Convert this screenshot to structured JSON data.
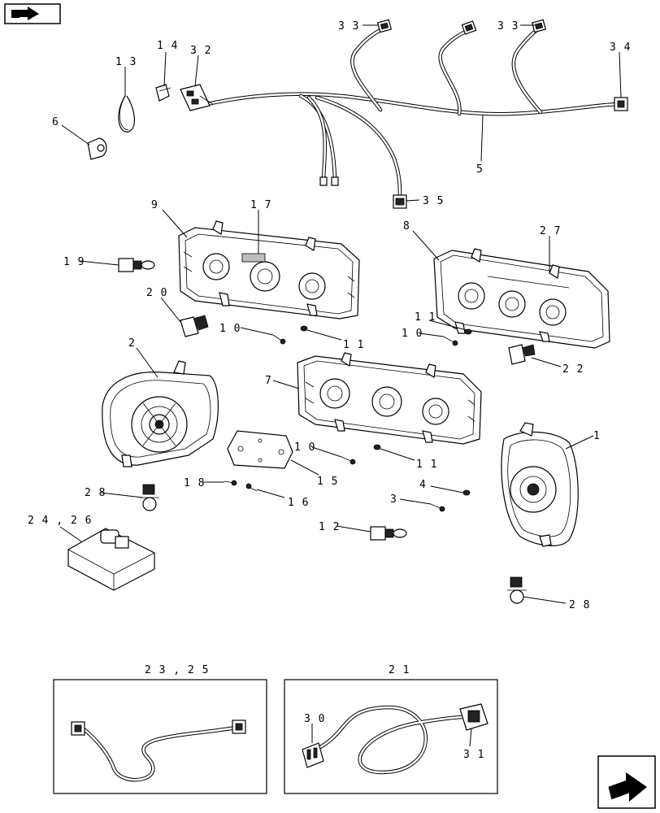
{
  "callouts": [
    {
      "id": "c33a",
      "text": "3 3"
    },
    {
      "id": "c33b",
      "text": "3 3"
    },
    {
      "id": "c34",
      "text": "3 4"
    },
    {
      "id": "c14",
      "text": "1 4"
    },
    {
      "id": "c32",
      "text": "3 2"
    },
    {
      "id": "c13",
      "text": "1 3"
    },
    {
      "id": "c6",
      "text": "6"
    },
    {
      "id": "c5",
      "text": "5"
    },
    {
      "id": "c35",
      "text": "3 5"
    },
    {
      "id": "c9",
      "text": "9"
    },
    {
      "id": "c17",
      "text": "1 7"
    },
    {
      "id": "c8",
      "text": "8"
    },
    {
      "id": "c27",
      "text": "2 7"
    },
    {
      "id": "c19",
      "text": "1 9"
    },
    {
      "id": "c20",
      "text": "2 0"
    },
    {
      "id": "c10a",
      "text": "1 0"
    },
    {
      "id": "c11a",
      "text": "1 1"
    },
    {
      "id": "c11b",
      "text": "1 1"
    },
    {
      "id": "c10b",
      "text": "1 0"
    },
    {
      "id": "c22",
      "text": "2 2"
    },
    {
      "id": "c2",
      "text": "2"
    },
    {
      "id": "c7",
      "text": "7"
    },
    {
      "id": "c1",
      "text": "1"
    },
    {
      "id": "c10c",
      "text": "1 0"
    },
    {
      "id": "c11c",
      "text": "1 1"
    },
    {
      "id": "c15",
      "text": "1 5"
    },
    {
      "id": "c18",
      "text": "1 8"
    },
    {
      "id": "c16",
      "text": "1 6"
    },
    {
      "id": "c28a",
      "text": "2 8"
    },
    {
      "id": "c4",
      "text": "4"
    },
    {
      "id": "c3",
      "text": "3"
    },
    {
      "id": "c12",
      "text": "1 2"
    },
    {
      "id": "c2426",
      "text": "2 4 , 2 6"
    },
    {
      "id": "c28b",
      "text": "2 8"
    },
    {
      "id": "c2325",
      "text": "2 3 , 2 5"
    },
    {
      "id": "c21",
      "text": "2 1"
    },
    {
      "id": "c30",
      "text": "3 0"
    },
    {
      "id": "c31",
      "text": "3 1"
    }
  ],
  "nav": {
    "back_icon": "back-arrow-icon",
    "next_icon": "next-arrow-icon"
  }
}
